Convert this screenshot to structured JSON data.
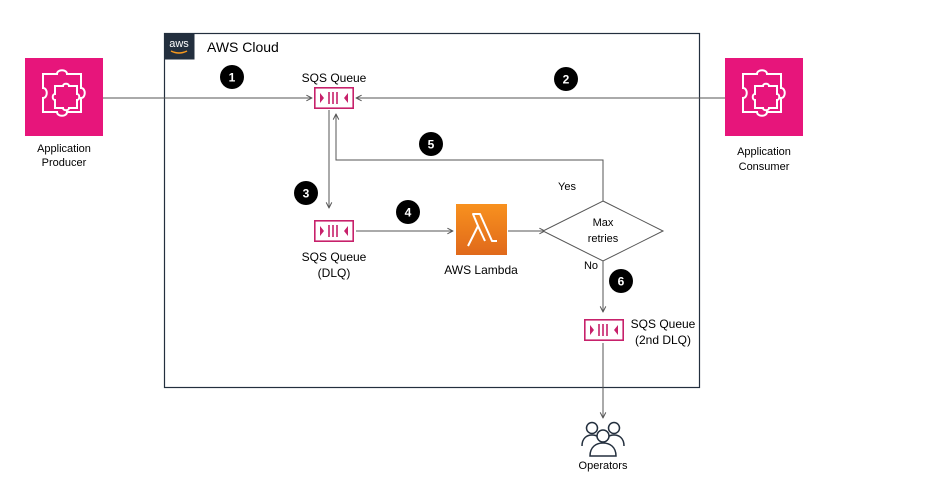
{
  "cloud": {
    "title": "AWS Cloud",
    "logo_text": "aws"
  },
  "nodes": {
    "producer": {
      "line1": "Application",
      "line2": "Producer",
      "icon": "puzzle-icon"
    },
    "consumer": {
      "line1": "Application",
      "line2": "Consumer",
      "icon": "puzzle-icon"
    },
    "sqs_main": {
      "line1": "SQS Queue",
      "icon": "sqs-queue-icon"
    },
    "sqs_dlq": {
      "line1": "SQS Queue",
      "line2": "(DLQ)",
      "icon": "sqs-queue-icon"
    },
    "lambda": {
      "line1": "AWS Lambda",
      "icon": "lambda-icon"
    },
    "decision": {
      "line1": "Max",
      "line2": "retries"
    },
    "sqs_dlq2": {
      "line1": "SQS Queue",
      "line2": "(2nd DLQ)",
      "icon": "sqs-queue-icon"
    },
    "operators": {
      "line1": "Operators",
      "icon": "users-icon"
    }
  },
  "edges": {
    "yes": "Yes",
    "no": "No"
  },
  "steps": [
    "1",
    "2",
    "3",
    "4",
    "5",
    "6"
  ],
  "colors": {
    "app_integration": "#e7157b",
    "sqs": "#c7216b",
    "lambda_top": "#f8911e",
    "lambda_bottom": "#e0691b",
    "badge": "#000000",
    "line": "#555555",
    "cloud_logo": "#232f3e"
  }
}
